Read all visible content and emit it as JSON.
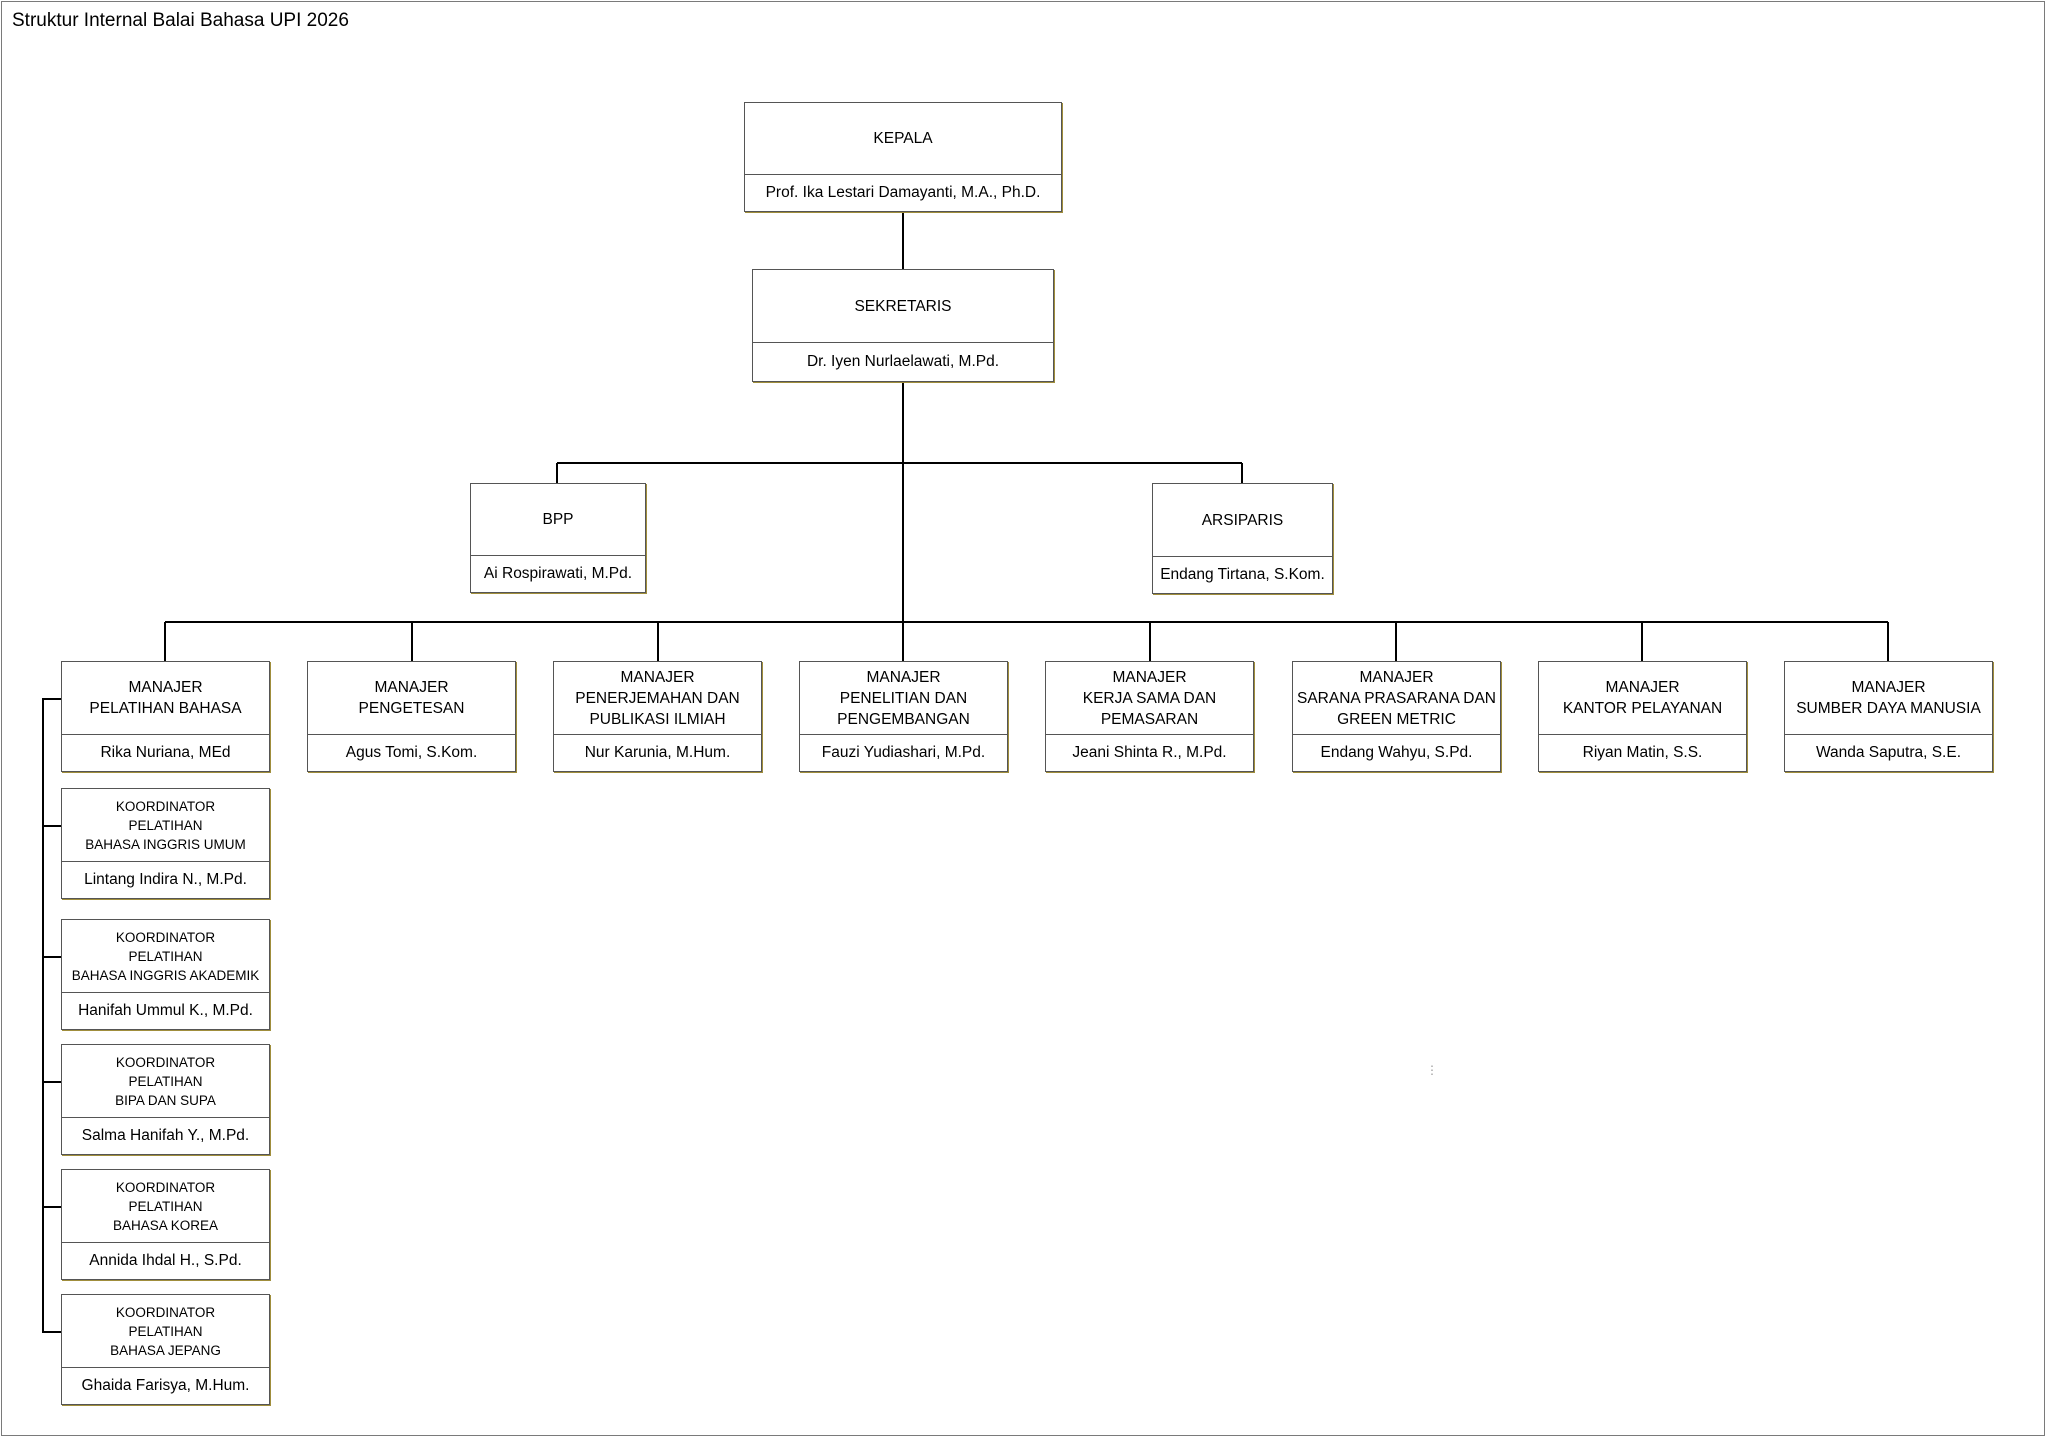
{
  "title": "Struktur Internal Balai Bahasa UPI 2026",
  "kepala": {
    "role": [
      "KEPALA"
    ],
    "name": "Prof. Ika Lestari Damayanti, M.A., Ph.D."
  },
  "sekretaris": {
    "role": [
      "SEKRETARIS"
    ],
    "name": "Dr. Iyen Nurlaelawati, M.Pd."
  },
  "bpp": {
    "role": [
      "BPP"
    ],
    "name": "Ai Rospirawati, M.Pd."
  },
  "arsiparis": {
    "role": [
      "ARSIPARIS"
    ],
    "name": "Endang Tirtana, S.Kom."
  },
  "managers": [
    {
      "role": [
        "MANAJER",
        "PELATIHAN BAHASA"
      ],
      "name": "Rika Nuriana, MEd"
    },
    {
      "role": [
        "MANAJER",
        "PENGETESAN"
      ],
      "name": "Agus Tomi, S.Kom."
    },
    {
      "role": [
        "MANAJER",
        "PENERJEMAHAN DAN",
        "PUBLIKASI ILMIAH"
      ],
      "name": "Nur Karunia, M.Hum."
    },
    {
      "role": [
        "MANAJER",
        "PENELITIAN DAN",
        "PENGEMBANGAN"
      ],
      "name": "Fauzi Yudiashari, M.Pd."
    },
    {
      "role": [
        "MANAJER",
        "KERJA SAMA DAN",
        "PEMASARAN"
      ],
      "name": "Jeani Shinta R., M.Pd."
    },
    {
      "role": [
        "MANAJER",
        "SARANA PRASARANA DAN",
        "GREEN METRIC"
      ],
      "name": "Endang Wahyu, S.Pd."
    },
    {
      "role": [
        "MANAJER",
        "KANTOR PELAYANAN"
      ],
      "name": "Riyan Matin, S.S."
    },
    {
      "role": [
        "MANAJER",
        "SUMBER DAYA MANUSIA"
      ],
      "name": "Wanda Saputra, S.E."
    }
  ],
  "coordinators": [
    {
      "role": [
        "KOORDINATOR",
        "PELATIHAN",
        "BAHASA INGGRIS UMUM"
      ],
      "name": "Lintang Indira N., M.Pd."
    },
    {
      "role": [
        "KOORDINATOR",
        "PELATIHAN",
        "BAHASA INGGRIS AKADEMIK"
      ],
      "name": "Hanifah Ummul K., M.Pd."
    },
    {
      "role": [
        "KOORDINATOR",
        "PELATIHAN",
        "BIPA DAN SUPA"
      ],
      "name": "Salma Hanifah Y., M.Pd."
    },
    {
      "role": [
        "KOORDINATOR",
        "PELATIHAN",
        "BAHASA KOREA"
      ],
      "name": "Annida Ihdal H., S.Pd."
    },
    {
      "role": [
        "KOORDINATOR",
        "PELATIHAN",
        "BAHASA JEPANG"
      ],
      "name": "Ghaida Farisya, M.Hum."
    }
  ]
}
